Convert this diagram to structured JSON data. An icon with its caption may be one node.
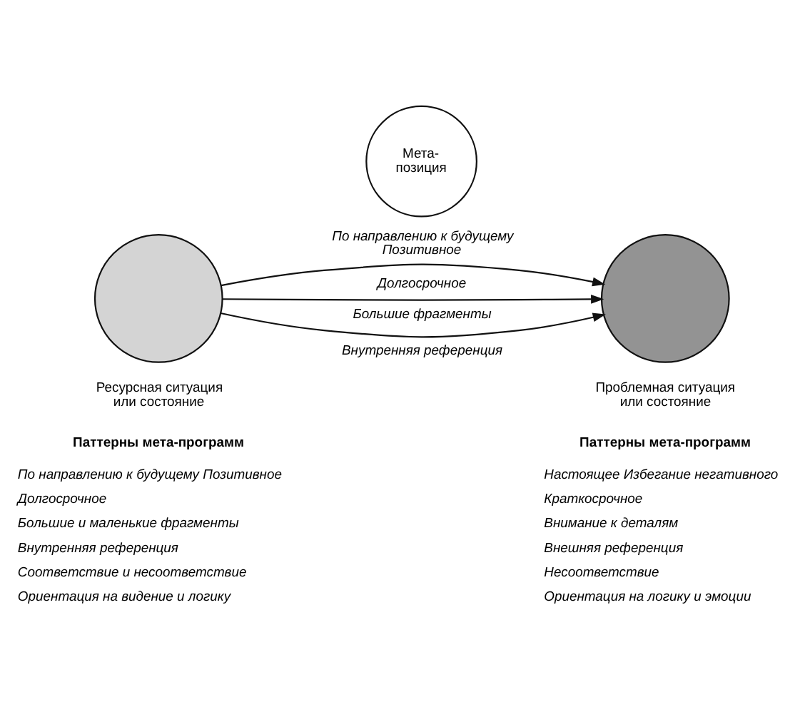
{
  "diagram": {
    "nodes": [
      {
        "text": [
          "Мета-позиция"
        ]
      },
      {
        "text": [],
        "shape": "circle",
        "beside": [
          "Ресурсная ситуация или состояние"
        ]
      },
      {
        "text": [],
        "shape": "circle",
        "beside": [
          "Проблемная ситуация или состояние"
        ]
      }
    ],
    "edges": [
      {
        "from": 1,
        "to": 2,
        "arrow": "to",
        "label": "По направлению к будущему Позитивное"
      },
      {
        "from": 1,
        "to": 2,
        "arrow": "to",
        "label": "Долгосрочное"
      },
      {
        "from": 1,
        "to": 2,
        "arrow": "to",
        "label": "Большие фрагменты"
      }
    ],
    "labels": [
      "Внутренняя референция",
      "Паттерны мета-программ",
      "Паттерны мета-программ",
      "По направлению к будущему Позитивное",
      "Настоящее Избегание негативного",
      "Долгосрочное",
      "Краткосрочное",
      "Большие и маленькие фрагменты",
      "Внимание к деталям",
      "Внутренняя референция",
      "Внешняя референция",
      "Соответствие и несоответствие",
      "Несоответствие",
      "Ориентация на видение и логику",
      "Ориентация на логику и эмоции"
    ]
  }
}
